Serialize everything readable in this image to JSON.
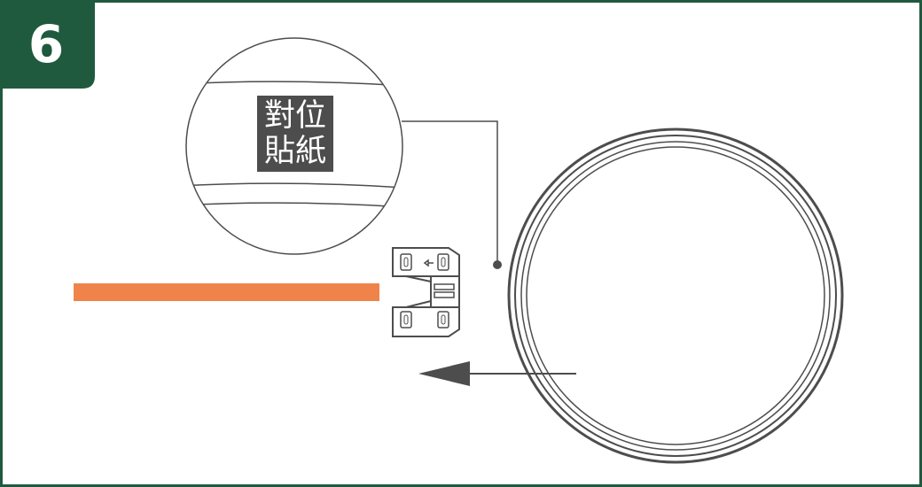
{
  "step": {
    "number": "6"
  },
  "callout": {
    "line1": "對位",
    "line2": "貼紙"
  },
  "colors": {
    "frame": "#1f5a3e",
    "accent_bar": "#f0834a",
    "line": "#4d4d4d"
  },
  "icons": [
    "magnifier-callout",
    "clip-device",
    "ring",
    "arrow-left"
  ]
}
